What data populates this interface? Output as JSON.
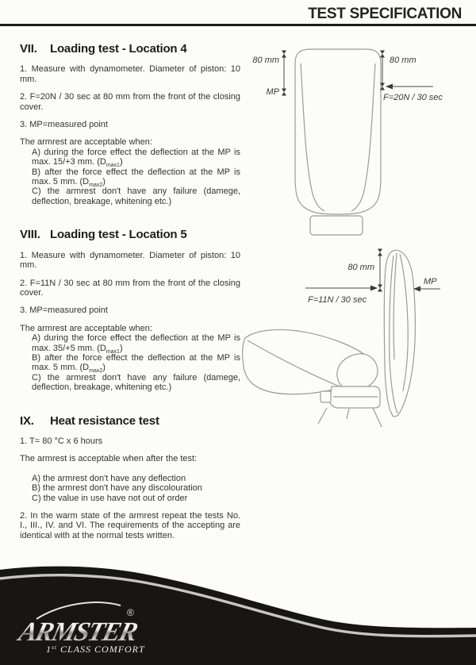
{
  "header": {
    "title": "TEST SPECIFICATION"
  },
  "sections": {
    "s7": {
      "number": "VII.",
      "title": "Loading test - Location 4",
      "p1": "1.  Measure with dynamometer. Diameter of piston: 10 mm.",
      "p2": "2.  F=20N / 30 sec at 80 mm from the front of the closing cover.",
      "p3": "3.  MP=measured point",
      "intro": "The armrest are acceptable when:",
      "a_text": "A) during the force effect the deflection at the MP is max. 15/+3 mm. (D",
      "a_sub": "max1",
      "a_after": ")",
      "b_text": "B) after the force effect the deflection at the MP is max. 5 mm. (D",
      "b_sub": "max2",
      "b_after": ")",
      "c_text": "C) the armrest don't have any failure (damege, deflection, breakage, whitening etc.)"
    },
    "s8": {
      "number": "VIII.",
      "title": "Loading test - Location 5",
      "p1": "1.  Measure with dynamometer. Diameter of piston: 10 mm.",
      "p2": "2.  F=11N / 30 sec at 80 mm from the front of the closing cover.",
      "p3": "3.  MP=measured point",
      "intro": "The armrest are acceptable when:",
      "a_text": "A) during the force effect the deflection at the MP is max. 35/+5 mm. (D",
      "a_sub": "max1",
      "a_after": ")",
      "b_text": "B) after the force effect the deflection at the MP is max. 5 mm. (D",
      "b_sub": "max2",
      "b_after": ")",
      "c_text": "C) the armrest don't have any failure (damege, deflection, breakage, whitening etc.)"
    },
    "s9": {
      "number": "IX.",
      "title": "Heat resistance test",
      "p1": "1.  T= 80 °C x 6 hours",
      "intro": "The armrest is acceptable when after the test:",
      "a": "A) the armrest don't have any deflection",
      "b": "B) the armrest don't have any discolouration",
      "c": "C) the value in use have not out of order",
      "p2": "2.  In the warm state of the armrest repeat the tests No. I., III., IV. and VI. The requirements of the accepting are identical with at the normal tests written."
    }
  },
  "diagram1": {
    "dim_left": "80 mm",
    "mp_label": "MP",
    "dim_right": "80 mm",
    "force_label": "F=20N / 30 sec"
  },
  "diagram2": {
    "dim_label": "80 mm",
    "force_label": "F=11N / 30 sec",
    "mp_label": "MP"
  },
  "footer": {
    "brand": "ARMSTER",
    "registered": "®",
    "tagline_num": "1",
    "tagline_sup": "st",
    "tagline_rest": "CLASS COMFORT"
  },
  "colors": {
    "header_rule": "#1b1b1b",
    "drawing_stroke": "#9b9b9b",
    "dimension_stroke": "#4a4a4a",
    "footer_black": "#181512",
    "footer_stripe": "#c6c6c4"
  }
}
